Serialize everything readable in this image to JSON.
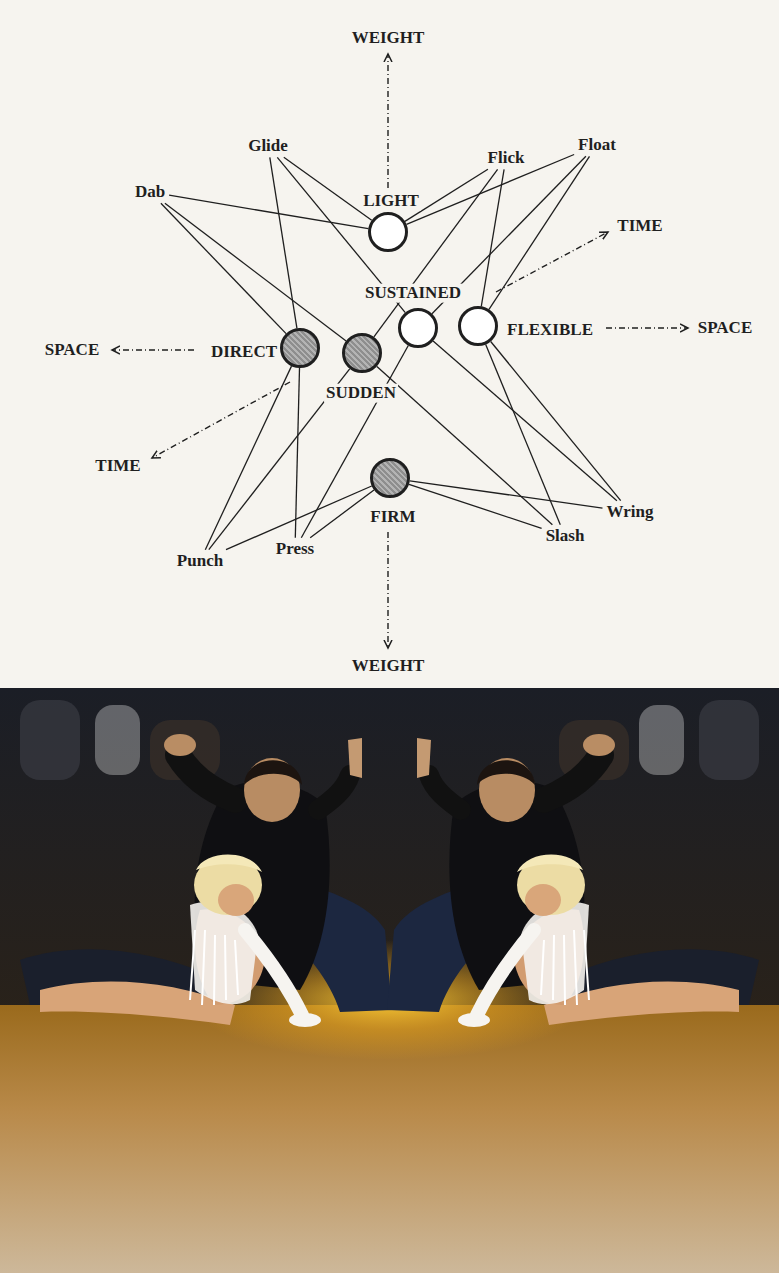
{
  "diagram": {
    "nodes": [
      {
        "text": [
          "Glide"
        ]
      },
      {
        "text": [
          "Flick"
        ]
      },
      {
        "text": [
          "Float"
        ]
      },
      {
        "text": [
          "Dab"
        ]
      },
      {
        "text": [
          "LIGHT"
        ]
      },
      {
        "text": [
          "SUSTAINED"
        ]
      },
      {
        "text": [
          "DIRECT"
        ]
      },
      {
        "text": [
          "SUDDEN"
        ]
      },
      {
        "text": [
          "FLEXIBLE"
        ]
      },
      {
        "text": [
          "FIRM"
        ]
      },
      {
        "text": [
          "Punch"
        ]
      },
      {
        "text": [
          "Press"
        ]
      },
      {
        "text": [
          "Slash"
        ]
      },
      {
        "text": [
          "Wring"
        ]
      }
    ],
    "edges": [
      {
        "from": 0,
        "to": 4,
        "arrow": "none"
      },
      {
        "from": 0,
        "to": 5,
        "arrow": "none"
      },
      {
        "from": 0,
        "to": 6,
        "arrow": "none"
      },
      {
        "from": 1,
        "to": 4,
        "arrow": "none"
      },
      {
        "from": 1,
        "to": 7,
        "arrow": "none"
      },
      {
        "from": 1,
        "to": 8,
        "arrow": "none"
      },
      {
        "from": 2,
        "to": 4,
        "arrow": "none"
      },
      {
        "from": 2,
        "to": 5,
        "arrow": "none"
      },
      {
        "from": 2,
        "to": 8,
        "arrow": "none"
      },
      {
        "from": 3,
        "to": 4,
        "arrow": "none"
      },
      {
        "from": 3,
        "to": 7,
        "arrow": "none"
      },
      {
        "from": 3,
        "to": 6,
        "arrow": "none"
      },
      {
        "from": 10,
        "to": 9,
        "arrow": "none"
      },
      {
        "from": 10,
        "to": 7,
        "arrow": "none"
      },
      {
        "from": 10,
        "to": 6,
        "arrow": "none"
      },
      {
        "from": 11,
        "to": 9,
        "arrow": "none"
      },
      {
        "from": 11,
        "to": 5,
        "arrow": "none"
      },
      {
        "from": 11,
        "to": 6,
        "arrow": "none"
      },
      {
        "from": 12,
        "to": 9,
        "arrow": "none"
      },
      {
        "from": 12,
        "to": 7,
        "arrow": "none"
      },
      {
        "from": 12,
        "to": 8,
        "arrow": "none"
      },
      {
        "from": 13,
        "to": 9,
        "arrow": "none"
      },
      {
        "from": 13,
        "to": 5,
        "arrow": "none"
      },
      {
        "from": 13,
        "to": 8,
        "arrow": "none"
      }
    ],
    "labels": [
      "WEIGHT",
      "TIME",
      "SPACE",
      "SPACE",
      "TIME",
      "WEIGHT"
    ]
  }
}
